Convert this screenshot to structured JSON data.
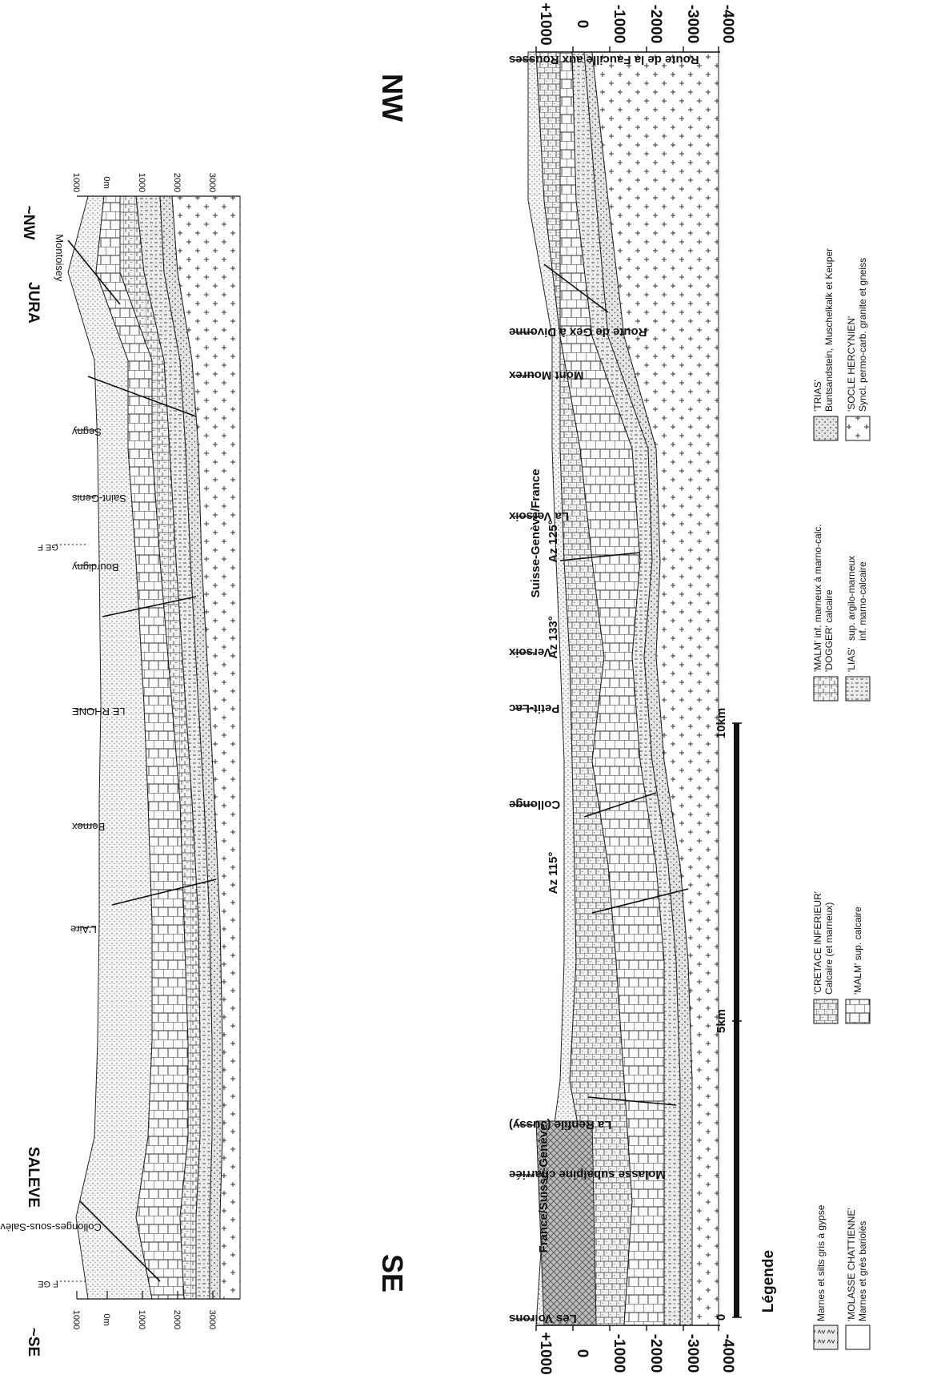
{
  "section1": {
    "labels": {
      "se": "~SE",
      "nw": "~NW",
      "saleve": "SALEVE",
      "jura": "JURA",
      "montoisey": "Montoisey"
    },
    "axis_left": [
      "1000",
      "0m",
      "1000",
      "2000",
      "3000"
    ],
    "axis_right": [
      "1000",
      "0m",
      "1000",
      "2000",
      "3000"
    ],
    "places": [
      "Collonges-sous-Salève",
      "L'Aire",
      "Bernex",
      "LE RHONE",
      "Bourdigny",
      "Saint-Genis",
      "Segny"
    ],
    "borders": [
      "F GE",
      "GE F"
    ]
  },
  "section2": {
    "labels": {
      "se": "SE",
      "nw": "NW"
    },
    "axis_left": [
      "+1000",
      "0",
      "-1000",
      "-2000",
      "-3000",
      "-4000"
    ],
    "axis_right": [
      "+1000",
      "0",
      "-1000",
      "-2000",
      "-3000",
      "-4000"
    ],
    "places": [
      "Les Voirons",
      "Molasse subalpine charriée",
      "La Renfile (Jussy)",
      "Collonge",
      "Petit-Lac",
      "Versoix",
      "La Versoix",
      "Mont Mourex",
      "Route de Gex à Divonne",
      "Route de la Faucille aux Rousses"
    ],
    "borders": [
      "France/Suisse-Genève",
      "Suisse-Genève/France"
    ],
    "azimuths": [
      "Az 115°",
      "Az 133°",
      "Az 125°"
    ]
  },
  "scale": {
    "zero": "0",
    "mid": "5km",
    "end": "10km"
  },
  "legend": {
    "title": "Légende",
    "items": [
      {
        "title": "",
        "line1": "Marnes et silts gris à gypse",
        "line2": ""
      },
      {
        "title": "'MOLASSE CHATTIENNE'",
        "line1": "Marnes et grès bariolés",
        "line2": ""
      },
      {
        "title": "'CRETACE INFERIEUR'",
        "line1": "Calcaire (et marneux)",
        "line2": ""
      },
      {
        "title": "'MALM' sup. calcaire",
        "line1": "",
        "line2": ""
      },
      {
        "title": "'MALM' inf. marneux à marno-calc.",
        "line1": "'DOGGER' calcaire",
        "line2": ""
      },
      {
        "title": "'LIAS'",
        "line1": "sup. argilo-marneux",
        "line2": "inf. marno-calcaire"
      },
      {
        "title": "'TRIAS'",
        "line1": "Buntsandstein, Muschelkalk et Keuper",
        "line2": ""
      },
      {
        "title": "'SOCLE HERCYNIEN'",
        "line1": "Syncl. permo-carb. granite et gneiss",
        "line2": ""
      }
    ]
  }
}
